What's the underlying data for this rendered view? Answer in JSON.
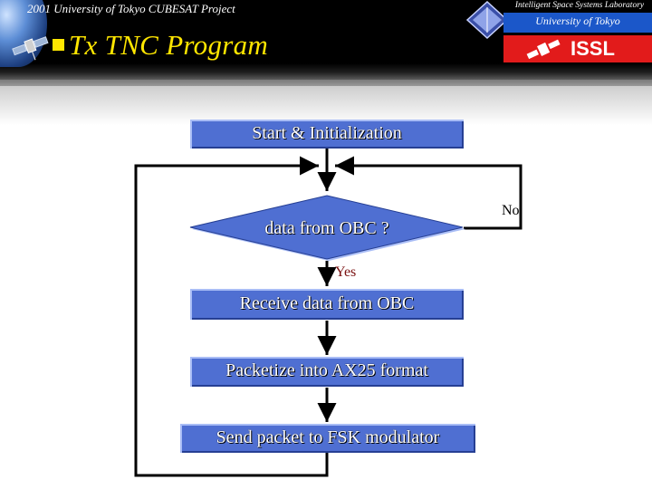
{
  "header": {
    "subtitle": "2001 University of Tokyo CUBESAT Project",
    "title": "Tx TNC Program",
    "lab_name": "Intelligent Space Systems Laboratory",
    "university": "University of Tokyo",
    "lab_short": "ISSL"
  },
  "flowchart": {
    "start": "Start & Initialization",
    "decision": "data from OBC ?",
    "yes_label": "Yes",
    "no_label": "No",
    "step1": "Receive data from OBC",
    "step2": "Packetize into AX25 format",
    "step3": "Send packet to FSK modulator"
  },
  "colors": {
    "banner": "#000000",
    "title": "#ffe600",
    "box_fill": "#4f6fd2",
    "university_box": "#1b57c9",
    "issl_box": "#e21b1b"
  }
}
